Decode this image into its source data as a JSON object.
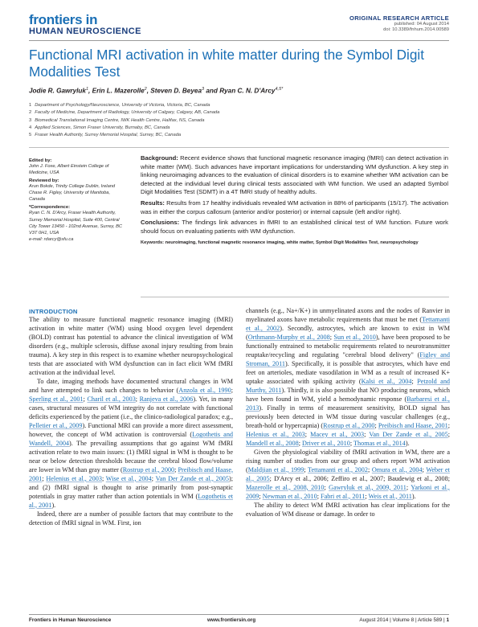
{
  "header": {
    "journal_line1": "frontiers in",
    "journal_line2": "HUMAN NEUROSCIENCE",
    "article_type": "ORIGINAL RESEARCH ARTICLE",
    "published": "published: 04 August 2014",
    "doi": "doi: 10.3389/fnhum.2014.00589"
  },
  "article": {
    "title": "Functional MRI activation in white matter during the Symbol Digit Modalities Test",
    "authors": [
      {
        "name": "Jodie R. Gawryluk",
        "sup": "1"
      },
      {
        "name": "Erin L. Mazerolle",
        "sup": "2"
      },
      {
        "name": "Steven D. Beyea",
        "sup": "3"
      },
      {
        "name": "Ryan C. N. D'Arcy",
        "sup": "4,5*"
      }
    ],
    "affiliations": [
      {
        "n": "1",
        "text": "Department of Psychology/Neuroscience, University of Victoria, Victoria, BC, Canada"
      },
      {
        "n": "2",
        "text": "Faculty of Medicine, Department of Radiology, University of Calgary, Calgary, AB, Canada"
      },
      {
        "n": "3",
        "text": "Biomedical Translational Imaging Centre, IWK Health Centre, Halifax, NS, Canada"
      },
      {
        "n": "4",
        "text": "Applied Sciences, Simon Fraser University, Burnaby, BC, Canada"
      },
      {
        "n": "5",
        "text": "Fraser Health Authority, Surrey Memorial Hospital, Surrey, BC, Canada"
      }
    ]
  },
  "editors": {
    "edited_by_label": "Edited by:",
    "edited_by": "John J. Foxe, Albert Einstein College of Medicine, USA",
    "reviewed_by_label": "Reviewed by:",
    "reviewers": [
      "Arun Bokde, Trinity College Dublin, Ireland",
      "Chase R. Figley, University of Manitoba, Canada"
    ],
    "correspondence_label": "*Correspondence:",
    "correspondence": "Ryan C. N. D'Arcy, Fraser Health Authority, Surrey Memorial Hospital, Suite 400, Central City Tower 13450 - 102nd Avenue, Surrey, BC V3T 0H1, USA",
    "email": "e-mail: rdarcy@sfu.ca"
  },
  "abstract": {
    "background_label": "Background:",
    "background": "Recent evidence shows that functional magnetic resonance imaging (fMRI) can detect activation in white matter (WM). Such advances have important implications for understanding WM dysfunction. A key step in linking neuroimaging advances to the evaluation of clinical disorders is to examine whether WM activation can be detected at the individual level during clinical tests associated with WM function. We used an adapted Symbol Digit Modalities Test (SDMT) in a 4T fMRI study of healthy adults.",
    "results_label": "Results:",
    "results": "Results from 17 healthy individuals revealed WM activation in 88% of participants (15/17). The activation was in either the corpus callosum (anterior and/or posterior) or internal capsule (left and/or right).",
    "conclusions_label": "Conclusions:",
    "conclusions": "The findings link advances in fMRI to an established clinical test of WM function. Future work should focus on evaluating patients with WM dysfunction.",
    "keywords_label": "Keywords:",
    "keywords": "neuroimaging, functional magnetic resonance imaging, white matter, Symbol Digit Modalities Test, neuropsychology"
  },
  "body": {
    "intro_heading": "INTRODUCTION",
    "left": [
      [
        {
          "t": "The ability to measure functional magnetic resonance imaging (fMRI) activation in white matter (WM) using blood oxygen level dependent (BOLD) contrast has potential to advance the clinical investigation of WM disorders (e.g., multiple sclerosis, diffuse axonal injury resulting from brain trauma). A key step in this respect is to examine whether neuropsychological tests that are associated with WM dysfunction can in fact elicit WM fMRI activation at the individual level."
        }
      ],
      [
        {
          "t": "To date, imaging methods have documented structural changes in WM and have attempted to link such changes to behavior ("
        },
        {
          "t": "Anzola et al., 1990",
          "r": 1
        },
        {
          "t": "; "
        },
        {
          "t": "Sperling et al., 2001",
          "r": 1
        },
        {
          "t": "; "
        },
        {
          "t": "Charil et al., 2003",
          "r": 1
        },
        {
          "t": "; "
        },
        {
          "t": "Ranjeva et al., 2006",
          "r": 1
        },
        {
          "t": "). Yet, in many cases, structural measures of WM integrity do not correlate with functional deficits experienced by the patient (i.e., the clinico-radiological paradox; e.g., "
        },
        {
          "t": "Pelletier et al., 2009",
          "r": 1
        },
        {
          "t": "). Functional MRI can provide a more direct assessment, however, the concept of WM activation is controversial ("
        },
        {
          "t": "Logothetis and Wandell, 2004",
          "r": 1
        },
        {
          "t": "). The prevailing assumptions that go against WM fMRI activation relate to two main issues: (1) fMRI signal in WM is thought to be near or below detection thresholds because the cerebral blood flow/volume are lower in WM than gray matter ("
        },
        {
          "t": "Rostrup et al., 2000",
          "r": 1
        },
        {
          "t": "; "
        },
        {
          "t": "Preibisch and Haase, 2001",
          "r": 1
        },
        {
          "t": "; "
        },
        {
          "t": "Helenius et al., 2003",
          "r": 1
        },
        {
          "t": "; "
        },
        {
          "t": "Wise et al., 2004",
          "r": 1
        },
        {
          "t": "; "
        },
        {
          "t": "Van Der Zande et al., 2005",
          "r": 1
        },
        {
          "t": "); and (2) fMRI signal is thought to arise primarily from post-synaptic potentials in gray matter rather than action potentials in WM ("
        },
        {
          "t": "Logothetis et al., 2001",
          "r": 1
        },
        {
          "t": ")."
        }
      ],
      [
        {
          "t": "Indeed, there are a number of possible factors that may contribute to the detection of fMRI signal in WM. First, ion"
        }
      ]
    ],
    "right": [
      [
        {
          "t": "channels (e.g., Na+/K+) in unmyelinated axons and the nodes of Ranvier in myelinated axons have metabolic requirements that must be met ("
        },
        {
          "t": "Tettamanti et al., 2002",
          "r": 1
        },
        {
          "t": "). Secondly, astrocytes, which are known to exist in WM ("
        },
        {
          "t": "Orthmann-Murphy et al., 2008",
          "r": 1
        },
        {
          "t": "; "
        },
        {
          "t": "Sun et al., 2010",
          "r": 1
        },
        {
          "t": "), have been proposed to be functionally entrained to metabolic requirements related to neurotransmitter reuptake/recycling and regulating \"cerebral blood delivery\" ("
        },
        {
          "t": "Figley and Stroman, 2011",
          "r": 1
        },
        {
          "t": "). Specifically, it is possible that astrocytes, which have end feet on arterioles, mediate vasodilation in WM as a result of increased K+ uptake associated with spiking activity ("
        },
        {
          "t": "Kalsi et al., 2004",
          "r": 1
        },
        {
          "t": "; "
        },
        {
          "t": "Petzold and Murthy, 2011",
          "r": 1
        },
        {
          "t": "). Thirdly, it is also possible that NO producing neurons, which have been found in WM, yield a hemodynamic response ("
        },
        {
          "t": "Barbaresi et al., 2013",
          "r": 1
        },
        {
          "t": "). Finally in terms of measurement sensitivity, BOLD signal has previously been detected in WM tissue during vascular challenges (e.g., breath-hold or hypercapnia) ("
        },
        {
          "t": "Rostrup et al., 2000",
          "r": 1
        },
        {
          "t": "; "
        },
        {
          "t": "Preibisch and Haase, 2001",
          "r": 1
        },
        {
          "t": "; "
        },
        {
          "t": "Helenius et al., 2003",
          "r": 1
        },
        {
          "t": "; "
        },
        {
          "t": "Macey et al., 2003",
          "r": 1
        },
        {
          "t": "; "
        },
        {
          "t": "Van Der Zande et al., 2005",
          "r": 1
        },
        {
          "t": "; "
        },
        {
          "t": "Mandell et al., 2008",
          "r": 1
        },
        {
          "t": "; "
        },
        {
          "t": "Driver et al., 2010",
          "r": 1
        },
        {
          "t": "; "
        },
        {
          "t": "Thomas et al., 2014",
          "r": 1
        },
        {
          "t": ")."
        }
      ],
      [
        {
          "t": "Given the physiological viability of fMRI activation in WM, there are a rising number of studies from our group and others report WM activation ("
        },
        {
          "t": "Maldjian et al., 1999",
          "r": 1
        },
        {
          "t": "; "
        },
        {
          "t": "Tettamanti et al., 2002",
          "r": 1
        },
        {
          "t": "; "
        },
        {
          "t": "Omura et al., 2004",
          "r": 1
        },
        {
          "t": "; "
        },
        {
          "t": "Weber et al., 2005",
          "r": 1
        },
        {
          "t": "; D'Arcy et al., 2006; Zeffiro et al., 2007; Baudewig et al., 2008; "
        },
        {
          "t": "Mazerolle et al., 2008, 2010",
          "r": 1
        },
        {
          "t": "; "
        },
        {
          "t": "Gawryluk et al., 2009, 2011",
          "r": 1
        },
        {
          "t": "; "
        },
        {
          "t": "Yarkoni et al., 2009",
          "r": 1
        },
        {
          "t": "; "
        },
        {
          "t": "Newman et al., 2010",
          "r": 1
        },
        {
          "t": "; "
        },
        {
          "t": "Fabri et al., 2011",
          "r": 1
        },
        {
          "t": "; "
        },
        {
          "t": "Weis et al., 2011",
          "r": 1
        },
        {
          "t": ")."
        }
      ],
      [
        {
          "t": "The ability to detect WM fMRI activation has clear implications for the evaluation of WM disease or damage. In order to"
        }
      ]
    ]
  },
  "footer": {
    "journal": "Frontiers in Human Neuroscience",
    "url": "www.frontiersin.org",
    "info": "August 2014 | Volume 8 | Article 589 |",
    "page": "1"
  }
}
